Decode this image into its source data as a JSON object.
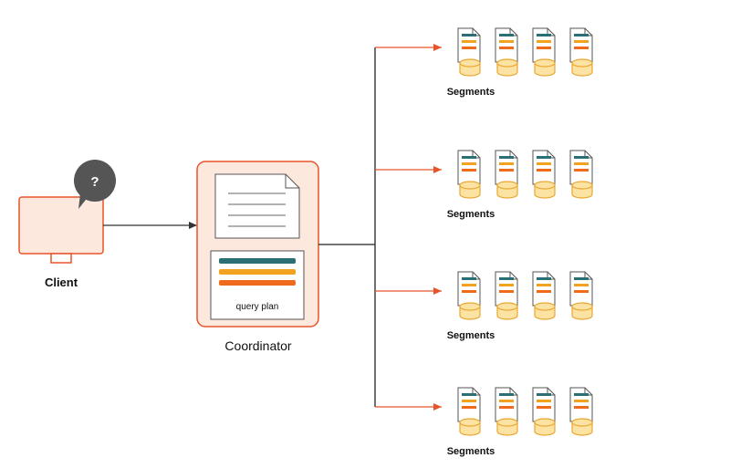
{
  "client": {
    "label": "Client",
    "bubble_text": "?"
  },
  "coordinator": {
    "label": "Coordinator",
    "plan_label": "query plan"
  },
  "segment_groups": [
    {
      "label": "Segments"
    },
    {
      "label": "Segments"
    },
    {
      "label": "Segments"
    },
    {
      "label": "Segments"
    }
  ],
  "colors": {
    "accent_orange": "#e8542a",
    "panel_fill": "#fde8de",
    "teal": "#2a6f73",
    "amber": "#f2a21f",
    "orange": "#f06a1c",
    "db_fill": "#fde3a3",
    "db_stroke": "#e9a630",
    "bubble": "#555555",
    "line": "#222222"
  }
}
